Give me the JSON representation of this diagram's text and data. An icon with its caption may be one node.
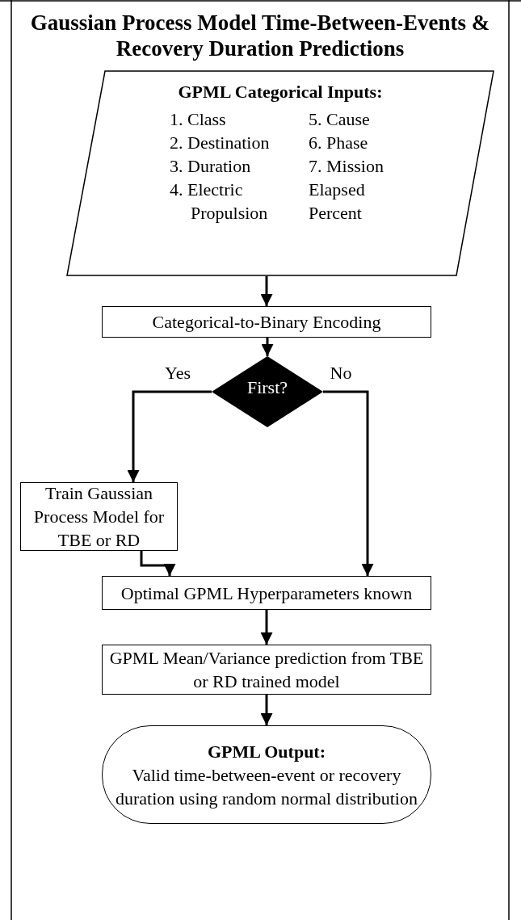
{
  "diagram": {
    "title": "Gaussian Process Model Time-Between-Events & Recovery Duration Predictions",
    "nodes": [
      {
        "text": [
          "GPML Categorical Inputs:",
          "1. Class",
          "2. Destination",
          "3. Duration",
          "4. Electric Propulsion",
          "5. Cause",
          "6. Phase",
          "7. Mission Elapsed Percent"
        ]
      },
      {
        "text": [
          "Categorical-to-Binary Encoding"
        ]
      },
      {
        "text": [
          "First?"
        ]
      },
      {
        "text": [
          "Train Gaussian Process Model for TBE or RD"
        ]
      },
      {
        "text": [
          "Optimal GPML Hyperparameters known"
        ]
      },
      {
        "text": [
          "GPML Mean/Variance prediction from TBE or RD trained model"
        ]
      },
      {
        "text": [
          "GPML Output:",
          "Valid time-between-event or recovery duration using random normal distribution"
        ]
      }
    ],
    "edges": [
      {
        "from": 0,
        "to": 1,
        "arrow": "to"
      },
      {
        "from": 1,
        "to": 2,
        "arrow": "to"
      },
      {
        "from": 2,
        "to": 3,
        "arrow": "to",
        "label": "Yes"
      },
      {
        "from": 2,
        "to": 4,
        "arrow": "to",
        "label": "No"
      },
      {
        "from": 3,
        "to": 4,
        "arrow": "to"
      },
      {
        "from": 4,
        "to": 5,
        "arrow": "to"
      },
      {
        "from": 5,
        "to": 6,
        "arrow": "to"
      }
    ]
  }
}
